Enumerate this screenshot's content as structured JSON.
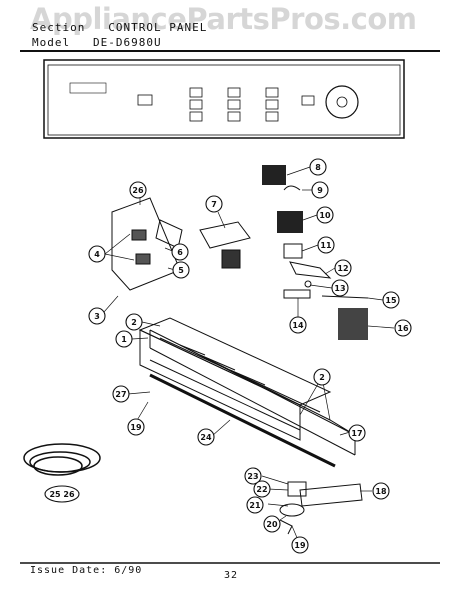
{
  "header": {
    "section_line": "Section   CONTROL PANEL",
    "model_line": "Model   DE-D6980U"
  },
  "watermark": "AppliancePartsPros.com",
  "footer": {
    "issue_date": "Issue Date: 6/90",
    "page_number": "32"
  },
  "callouts": [
    "8",
    "9",
    "10",
    "11",
    "12",
    "13",
    "14",
    "15",
    "16",
    "7",
    "26",
    "6",
    "5",
    "4",
    "3",
    "2",
    "1",
    "27",
    "19",
    "24",
    "17",
    "23",
    "22",
    "21",
    "20",
    "18",
    "2",
    "19",
    "25 26"
  ],
  "colors": {
    "line": "#111111",
    "watermark": "#b5b5b5"
  }
}
